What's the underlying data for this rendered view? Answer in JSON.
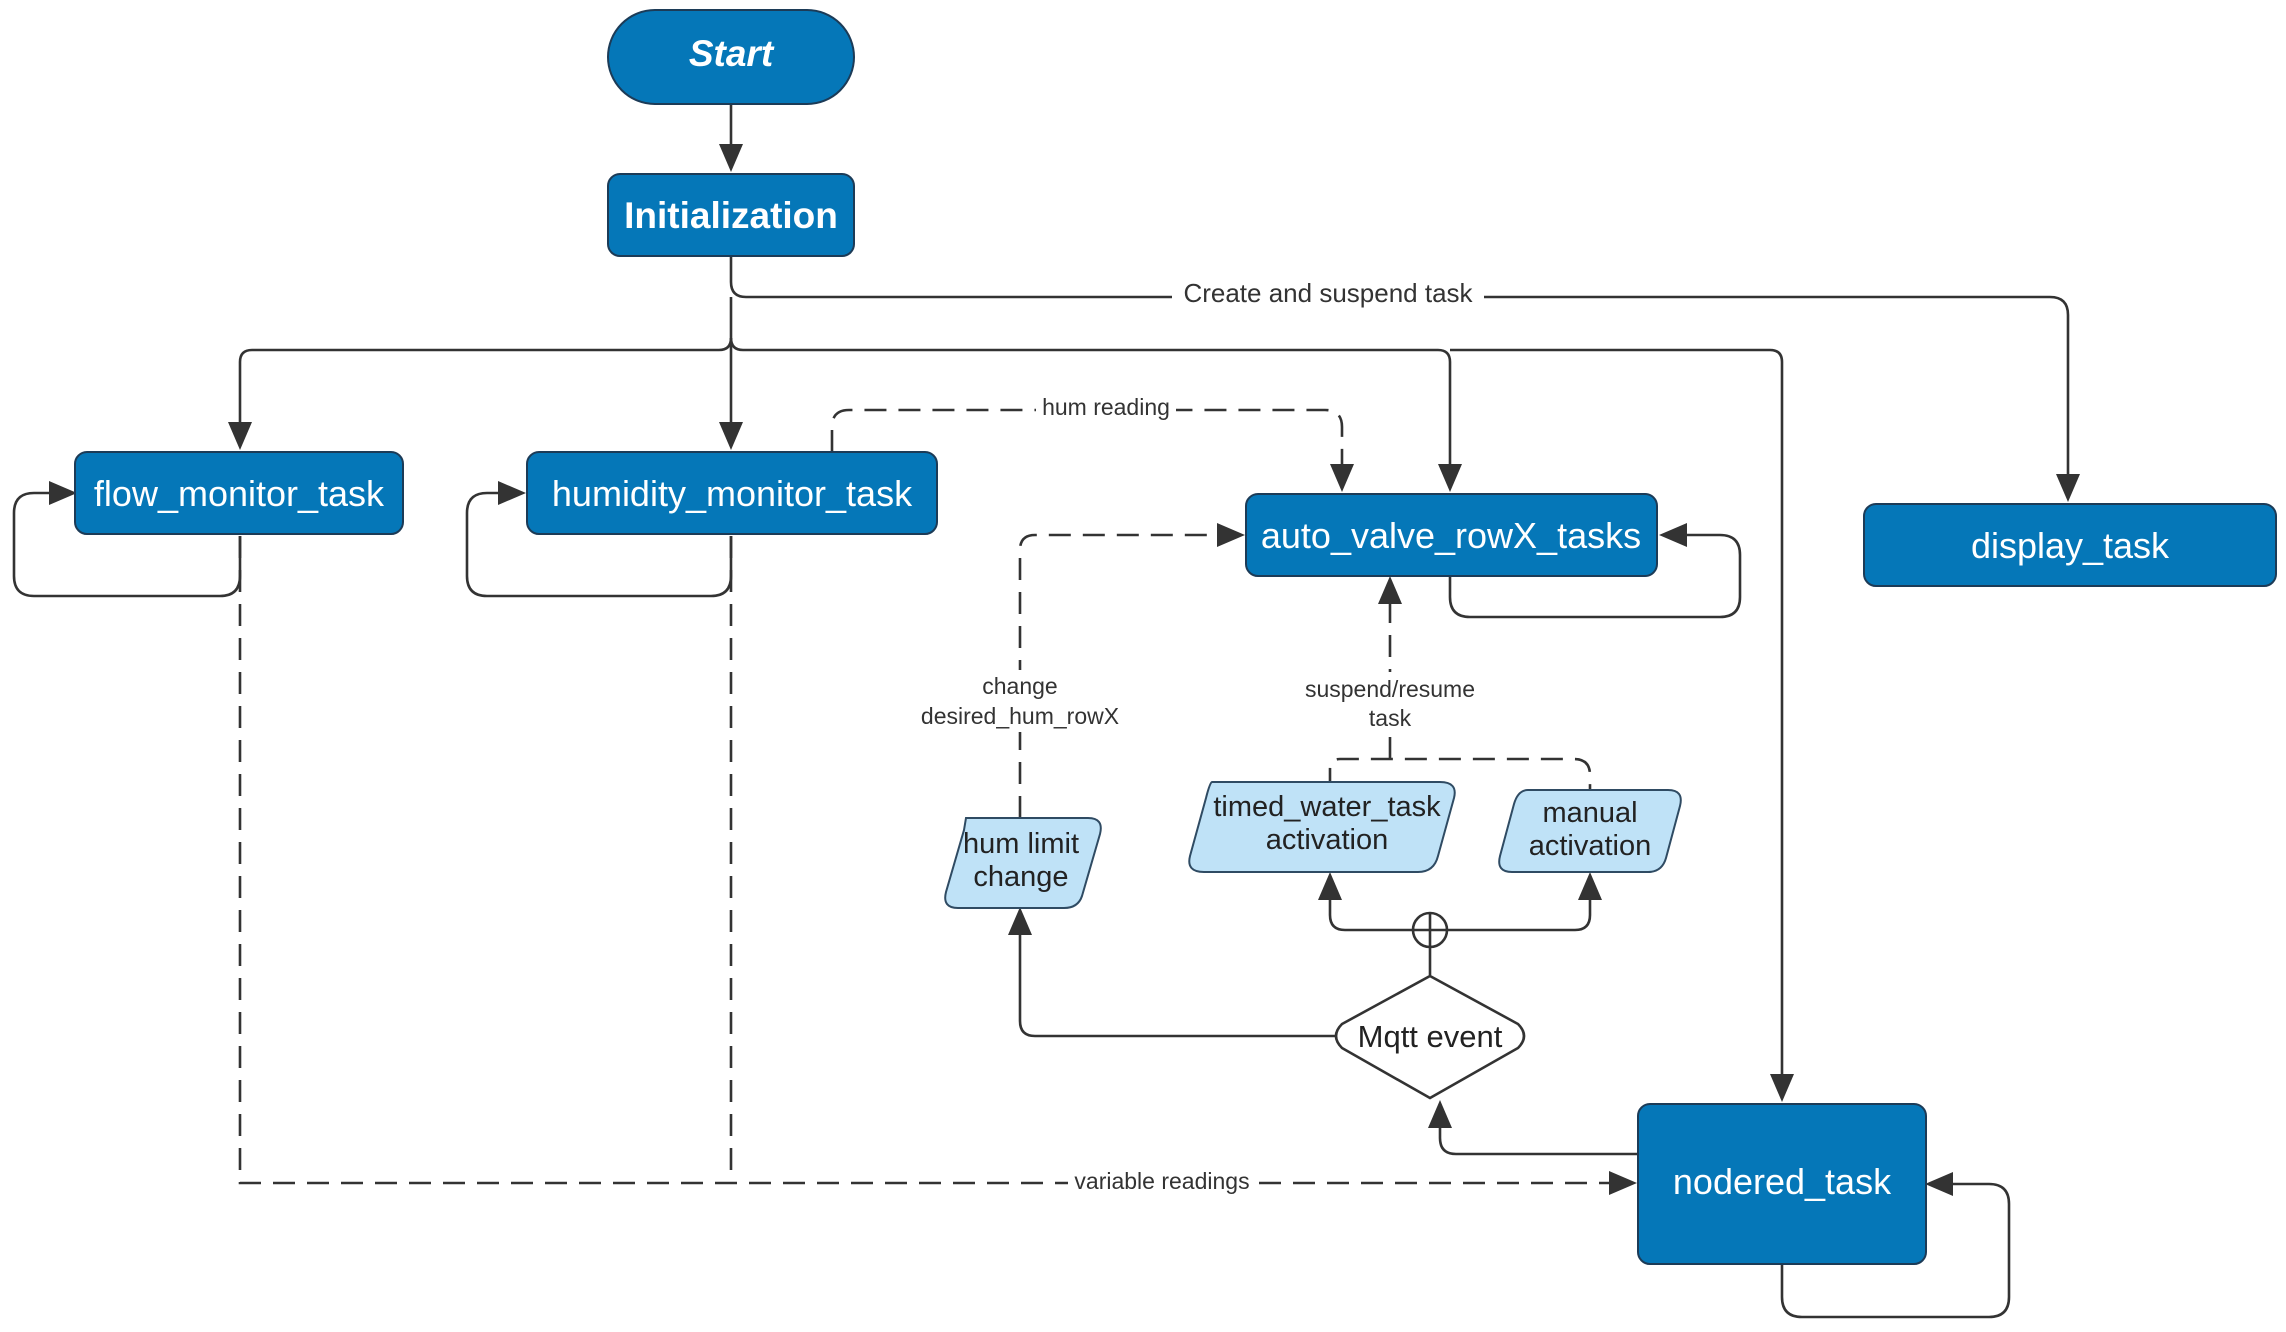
{
  "nodes": {
    "start": "Start",
    "init": "Initialization",
    "flow": "flow_monitor_task",
    "humidity": "humidity_monitor_task",
    "auto_valve": "auto_valve_rowX_tasks",
    "display": "display_task",
    "hum_limit": [
      "hum limit",
      "change"
    ],
    "timed_water": [
      "timed_water_task",
      "activation"
    ],
    "manual": [
      "manual",
      "activation"
    ],
    "mqtt": "Mqtt event",
    "nodered": "nodered_task"
  },
  "edges": {
    "create_suspend": "Create and suspend task",
    "hum_reading": "hum reading",
    "change_desired": [
      "change",
      "desired_hum_rowX"
    ],
    "suspend_resume": [
      "suspend/resume",
      "task"
    ],
    "variable_readings": "variable readings"
  },
  "colors": {
    "task_fill": "#0577b8",
    "event_fill": "#bfe2f7",
    "line": "#333333"
  }
}
